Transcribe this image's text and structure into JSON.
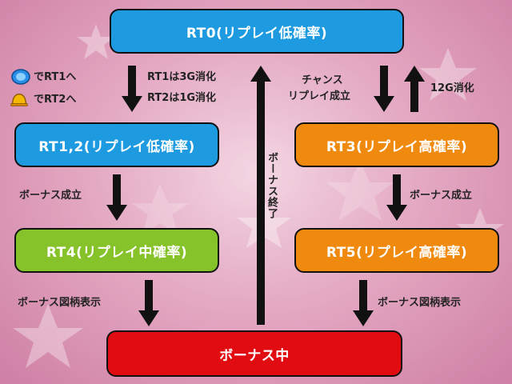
{
  "nodes": {
    "rt0": "RT0(リプレイ低確率)",
    "rt12": "RT1,2(リプレイ低確率)",
    "rt3": "RT3(リプレイ高確率)",
    "rt4": "RT4(リプレイ中確率)",
    "rt5": "RT5(リプレイ高確率)",
    "bonus": "ボーナス中"
  },
  "labels": {
    "to_rt1": "でRT1へ",
    "to_rt2": "でRT2へ",
    "rt1_cond": "RT1は3G消化",
    "rt2_cond": "RT2は1G消化",
    "chance_line1": "チャンス",
    "chance_line2": "リプレイ成立",
    "rt3_cond": "12G消化",
    "bonus_hit_left": "ボーナス成立",
    "bonus_hit_right": "ボーナス成立",
    "bonus_end": "ボーナス終了",
    "symbol_left": "ボーナス図柄表示",
    "symbol_right": "ボーナス図柄表示"
  },
  "icons": {
    "rt1_icon": "blue-coin-icon",
    "rt2_icon": "gold-bell-icon",
    "arrow": "arrow-icon"
  },
  "colors": {
    "blue": "#1e9be0",
    "orange": "#f08a0f",
    "green": "#86c22a",
    "red": "#e00c12",
    "background": "#e4a9c3"
  }
}
